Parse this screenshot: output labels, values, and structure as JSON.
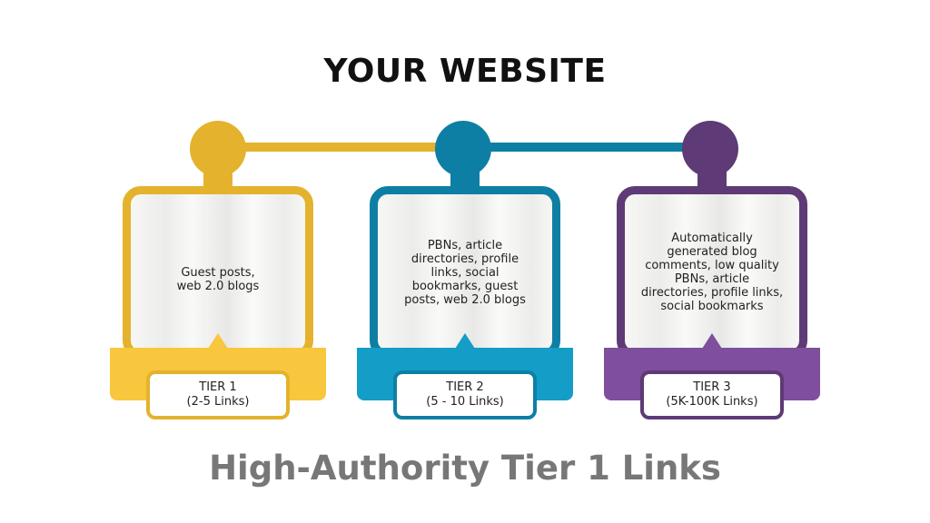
{
  "title": "YOUR WEBSITE",
  "footer": "High-Authority Tier 1 Links",
  "colors": {
    "tier1_frame": "#E4B22C",
    "tier1_base": "#F9C73D",
    "tier2_frame": "#0E7FA4",
    "tier2_base": "#139DC7",
    "tier3_frame": "#5E3A76",
    "tier3_base": "#7F4E9D"
  },
  "tiers": [
    {
      "name": "TIER 1",
      "links": "(2-5 Links)",
      "description": "Guest posts, web 2.0 blogs"
    },
    {
      "name": "TIER 2",
      "links": "(5 - 10 Links)",
      "description": "PBNs, article directories, profile links, social bookmarks, guest posts, web 2.0 blogs"
    },
    {
      "name": "TIER 3",
      "links": "(5K-100K Links)",
      "description": "Automatically generated blog comments, low quality PBNs, article directories, profile links, social bookmarks"
    }
  ]
}
